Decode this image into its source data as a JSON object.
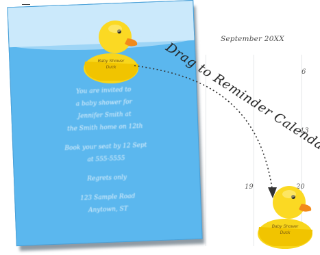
{
  "card": {
    "colors": {
      "water": "#5bb7ee",
      "sky": "#cbe9fb"
    },
    "lines": [
      "You are invited to",
      "a baby shower for",
      "Jennifer Smith at",
      "the Smith home on 12th",
      "Book your seat by 12 Sept",
      "at 555-5555",
      "Regrets only",
      "123 Sample Road",
      "Anytown, ST"
    ]
  },
  "duck_top": {
    "label_line1": "Baby Shower",
    "label_line2": "Duck"
  },
  "duck_bottom": {
    "label_line1": "Baby Shower",
    "label_line2": "Duck"
  },
  "calendar": {
    "month": "September 20XX",
    "days": [
      "6",
      "13",
      "19",
      "20"
    ]
  },
  "annotation": {
    "text": "Drag to Reminder Calendar"
  }
}
